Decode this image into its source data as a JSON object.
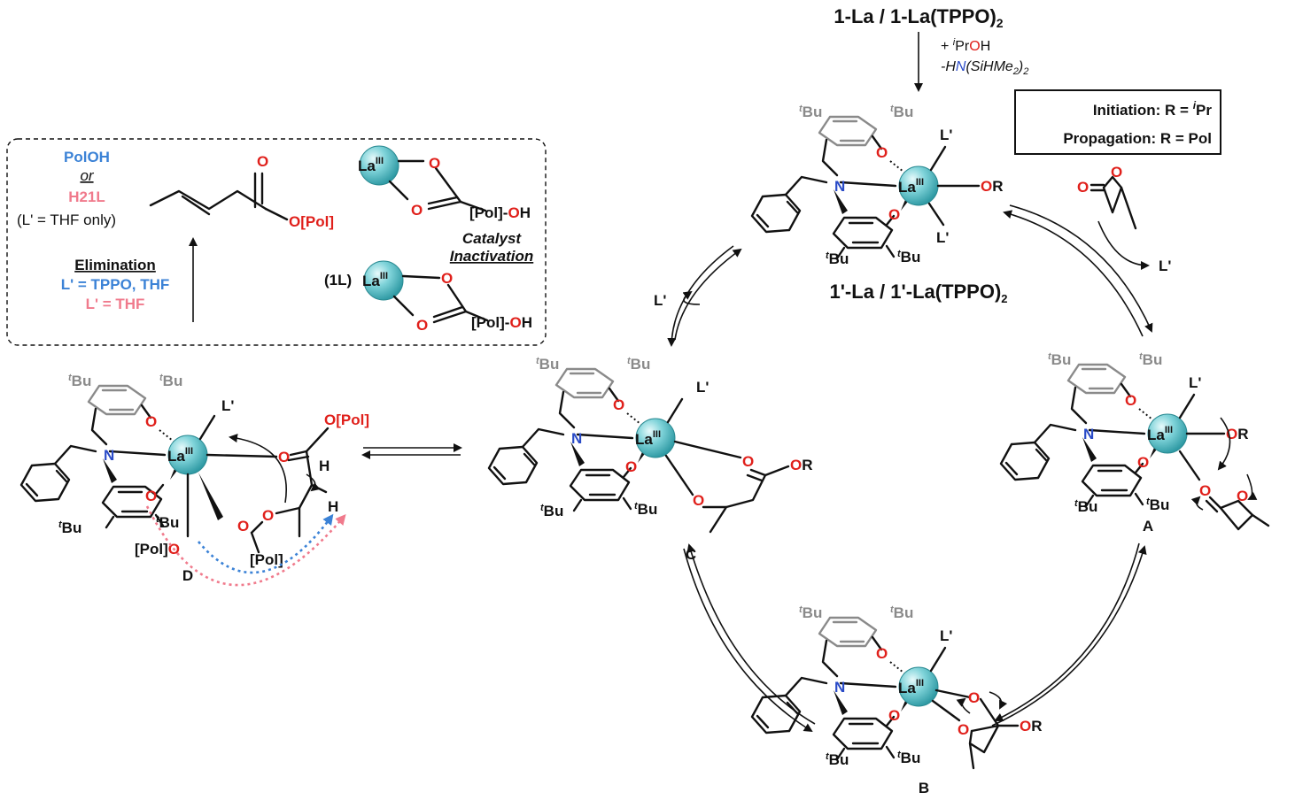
{
  "top": {
    "title": "1-La / 1-La(TPPO)2",
    "reagent_add": "+ iPrOH",
    "reagent_loss": "-HN(SiHMe2)2",
    "complex_label": "1'-La / 1'-La(TPPO)2"
  },
  "legend": {
    "initiation": "Initiation: R = iPr",
    "propagation": "Propagation: R = Pol"
  },
  "inset": {
    "polOH": "PolOH",
    "or": "or",
    "h2l": "H21L",
    "thf_only": "(L' = THF only)",
    "ester_label": "O[Pol]",
    "elimination_title": "Elimination",
    "elimination_line1": "L' = TPPO, THF",
    "elimination_line2": "L' = THF",
    "inactivation_line1": "Catalyst",
    "inactivation_line2": "Inactivation",
    "pol_oh": "[Pol]-OH",
    "ligand_1L": "(1L)"
  },
  "complexes": {
    "metal": "La",
    "metal_ox": "III",
    "tBu": "tBu",
    "Lprime": "L'",
    "OR": "OR",
    "N": "N",
    "O": "O",
    "pol": "[Pol]",
    "opol": "O[Pol]",
    "H": "H",
    "label_A": "A",
    "label_B": "B",
    "label_C": "C",
    "label_D": "D"
  },
  "colors": {
    "oxygen": "#e0201b",
    "nitrogen": "#2a4bc7",
    "blue_path": "#3b82d6",
    "pink_path": "#f07a8c",
    "la_sphere": "#5fc4cc"
  }
}
